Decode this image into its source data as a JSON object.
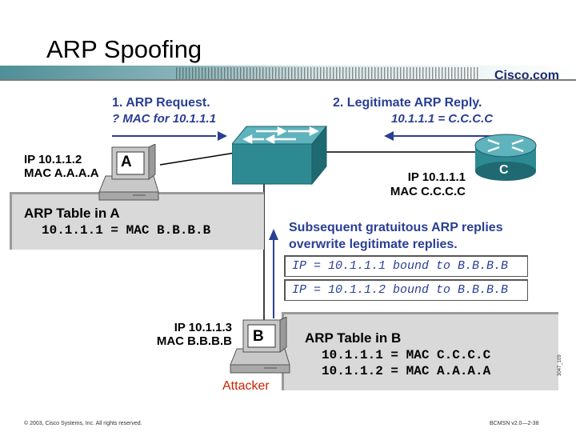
{
  "slide": {
    "title": "ARP Spoofing",
    "logo": "Cisco.com",
    "footer_left": "© 2003, Cisco Systems, Inc. All rights reserved.",
    "footer_right": "BCMSN v2.0—2-38",
    "side_code": "3047_109"
  },
  "step1": {
    "label": "1. ARP Request.",
    "sub": "? MAC for 10.1.1.1"
  },
  "step2": {
    "label": "2. Legitimate ARP Reply.",
    "sub": "10.1.1.1 = C.C.C.C"
  },
  "host_a": {
    "badge": "A",
    "ip": "IP 10.1.1.2",
    "mac": "MAC A.A.A.A"
  },
  "router_c": {
    "badge": "C",
    "ip": "IP 10.1.1.1",
    "mac": "MAC C.C.C.C"
  },
  "host_b": {
    "badge": "B",
    "ip": "IP 10.1.1.3",
    "mac": "MAC B.B.B.B",
    "role": "Attacker"
  },
  "arp_table_a": {
    "title": "ARP Table in A",
    "rows": [
      "10.1.1.1 = MAC B.B.B.B"
    ]
  },
  "gratuitous": {
    "line1": "Subsequent gratuitous ARP replies",
    "line2": "overwrite legitimate replies.",
    "notes": [
      "IP = 10.1.1.1 bound to B.B.B.B",
      "IP = 10.1.1.2 bound to B.B.B.B"
    ]
  },
  "arp_table_b": {
    "title": "ARP Table in B",
    "rows": [
      "10.1.1.1 = MAC C.C.C.C",
      "10.1.1.2 = MAC A.A.A.A"
    ]
  },
  "colors": {
    "accent": "#2a3f93",
    "attacker": "#cc2200",
    "device": "#2d8a93",
    "panel": "#d9d9d9"
  }
}
